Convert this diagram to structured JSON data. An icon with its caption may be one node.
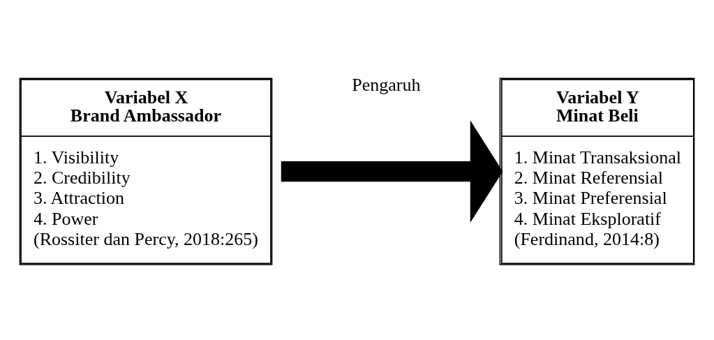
{
  "diagram": {
    "nodes": [
      {
        "text": [
          "Variabel X Brand Ambassador",
          "1. Visibility",
          "2. Credibility",
          "3. Attraction",
          "4. Power",
          "(Rossiter dan Percy, 2018:265)"
        ]
      },
      {
        "text": [
          "Variabel Y Minat Beli",
          "1. Minat Transaksional",
          "2. Minat Referensial",
          "3. Minat Preferensial",
          "4. Minat Eksploratif",
          "(Ferdinand, 2014:8)"
        ]
      }
    ],
    "edges": [
      {
        "from": 0,
        "to": 1,
        "arrow": "to",
        "label": "Pengaruh"
      }
    ]
  }
}
